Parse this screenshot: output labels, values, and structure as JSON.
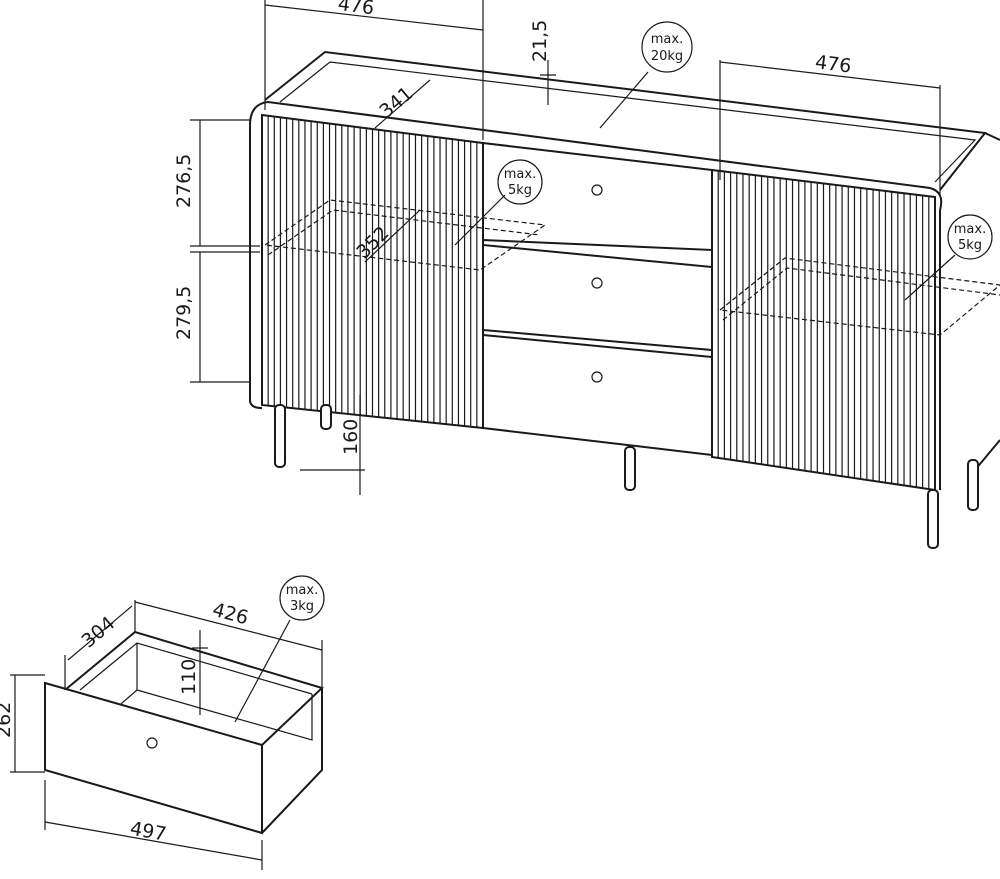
{
  "dimensions": {
    "top_left_width": "476",
    "top_thickness": "21,5",
    "top_right_width": "476",
    "shelf_depth": "341",
    "upper_height": "276,5",
    "shelf_inner": "352",
    "lower_height": "279,5",
    "leg_height": "160",
    "drawer_depth": "304",
    "drawer_width": "426",
    "drawer_inner_height": "110",
    "drawer_height": "262",
    "drawer_front_width": "497"
  },
  "load_labels": {
    "top": {
      "line1": "max.",
      "line2": "20kg"
    },
    "left_shelf": {
      "line1": "max.",
      "line2": "5kg"
    },
    "right_shelf": {
      "line1": "max.",
      "line2": "5kg"
    },
    "drawer": {
      "line1": "max.",
      "line2": "3kg"
    }
  }
}
